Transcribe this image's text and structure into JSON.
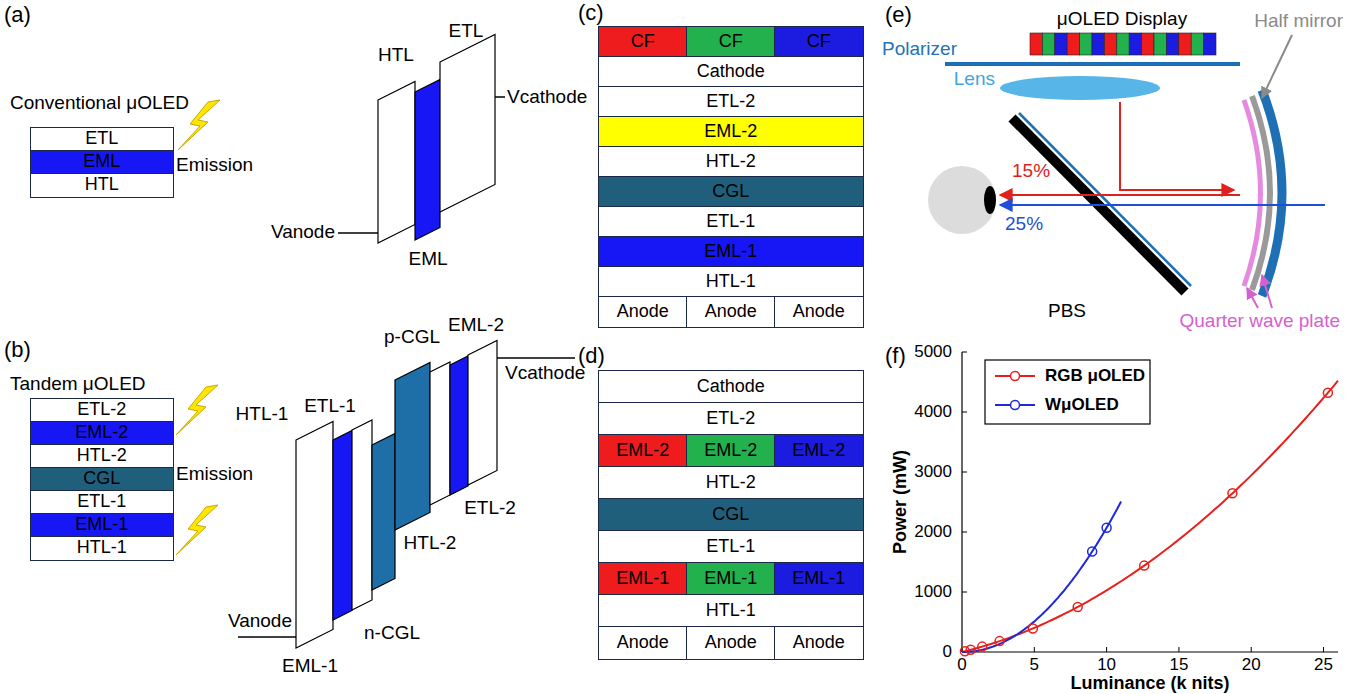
{
  "diagram": {
    "nodes": [
      {
        "text": [
          "ETL"
        ]
      },
      {
        "text": [
          "EML"
        ]
      },
      {
        "text": [
          "HTL"
        ]
      },
      {
        "text": [
          "ETL-2"
        ]
      },
      {
        "text": [
          "EML-2"
        ]
      },
      {
        "text": [
          "HTL-2"
        ]
      },
      {
        "text": [
          "CGL"
        ]
      },
      {
        "text": [
          "ETL-1"
        ]
      },
      {
        "text": [
          "EML-1"
        ]
      },
      {
        "text": [
          "HTL-1"
        ]
      },
      {
        "text": [
          "CF"
        ]
      },
      {
        "text": [
          "CF"
        ]
      },
      {
        "text": [
          "CF"
        ]
      },
      {
        "text": [
          "Cathode"
        ]
      },
      {
        "text": [
          "ETL-2"
        ]
      },
      {
        "text": [
          "EML-2"
        ]
      },
      {
        "text": [
          "HTL-2"
        ]
      },
      {
        "text": [
          "CGL"
        ]
      },
      {
        "text": [
          "ETL-1"
        ]
      },
      {
        "text": [
          "EML-1"
        ]
      },
      {
        "text": [
          "HTL-1"
        ]
      },
      {
        "text": [
          "Anode"
        ]
      },
      {
        "text": [
          "Anode"
        ]
      },
      {
        "text": [
          "Anode"
        ]
      },
      {
        "text": [
          "Cathode"
        ]
      },
      {
        "text": [
          "ETL-2"
        ]
      },
      {
        "text": [
          "EML-2"
        ]
      },
      {
        "text": [
          "EML-2"
        ]
      },
      {
        "text": [
          "EML-2"
        ]
      },
      {
        "text": [
          "HTL-2"
        ]
      },
      {
        "text": [
          "CGL"
        ]
      },
      {
        "text": [
          "ETL-1"
        ]
      },
      {
        "text": [
          "EML-1"
        ]
      },
      {
        "text": [
          "EML-1"
        ]
      },
      {
        "text": [
          "EML-1"
        ]
      },
      {
        "text": [
          "HTL-1"
        ]
      },
      {
        "text": [
          "Anode"
        ]
      },
      {
        "text": [
          "Anode"
        ]
      },
      {
        "text": [
          "Anode"
        ]
      }
    ],
    "labels": [
      "(a)",
      "Conventional μOLED",
      "Emission",
      "HTL",
      "ETL",
      "EML",
      "Vanode",
      "Vcathode",
      "(b)",
      "Tandem μOLED",
      "Emission",
      "HTL-1",
      "ETL-1",
      "EML-1",
      "n-CGL",
      "p-CGL",
      "EML-2",
      "HTL-2",
      "ETL-2",
      "Vanode",
      "Vcathode",
      "(c)",
      "(d)",
      "(e)",
      "μOLED Display",
      "Polarizer",
      "Lens",
      "Half mirror",
      "15%",
      "25%",
      "PBS",
      "Quarter wave plate",
      "(f)",
      "0",
      "1000",
      "2000",
      "3000",
      "4000",
      "5000",
      "0",
      "5",
      "10",
      "15",
      "20",
      "25",
      "Power (mW)",
      "Luminance (k nits)"
    ],
    "legend": [
      {
        "text": "RGB μOLED"
      },
      {
        "text": "WμOLED"
      }
    ]
  }
}
